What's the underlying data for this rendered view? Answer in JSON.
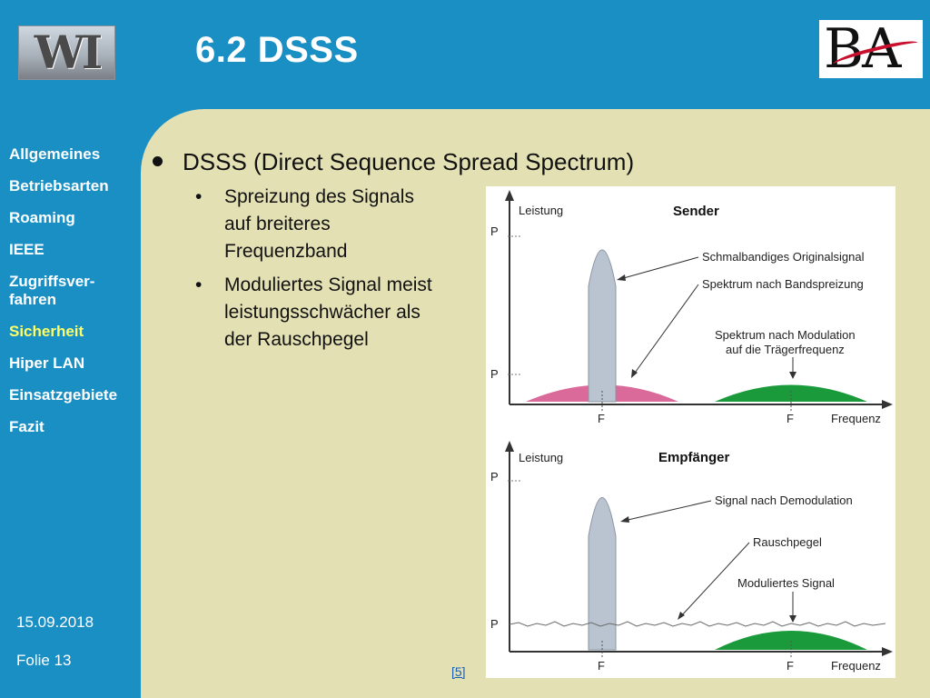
{
  "header": {
    "title": "6.2 DSSS",
    "logo_left": "WI",
    "logo_right": "BA"
  },
  "nav": {
    "items": [
      {
        "label": "Allgemeines"
      },
      {
        "label": "Betriebsarten"
      },
      {
        "label": "Roaming"
      },
      {
        "label": "IEEE"
      },
      {
        "label": "Zugriffsver-\nfahren"
      },
      {
        "label": "Sicherheit",
        "active": true
      },
      {
        "label": "Hiper LAN"
      },
      {
        "label": "Einsatzgebiete"
      },
      {
        "label": "Fazit"
      }
    ]
  },
  "footer": {
    "date": "15.09.2018",
    "slide": "Folie 13",
    "reference": "[5]"
  },
  "content": {
    "main_bullet": "DSSS (Direct Sequence Spread Spectrum)",
    "sub_bullets": [
      "Spreizung des Signals\nauf breiteres\nFrequenzband",
      "Moduliertes Signal meist\nleistungsschwächer als\nder Rauschpegel"
    ]
  },
  "diagram": {
    "sender": {
      "heading": "Sender",
      "y_axis_label": "Leistung",
      "x_axis_label": "Frequenz",
      "labels": [
        "Schmalbandiges Originalsignal",
        "Spektrum nach Bandspreizung",
        "Spektrum nach Modulation",
        "auf die Trägerfrequenz"
      ],
      "p_label": "P",
      "p_low_label": "P",
      "f_label_1": "F",
      "f_label_2": "F"
    },
    "receiver": {
      "heading": "Empfänger",
      "y_axis_label": "Leistung",
      "x_axis_label": "Frequenz",
      "labels": [
        "Signal nach Demodulation",
        "Rauschpegel",
        "Moduliertes Signal"
      ],
      "p_label": "P",
      "p_low_label": "P",
      "f_label_1": "F",
      "f_label_2": "F"
    },
    "colors": {
      "narrow_signal": "#b9c4d0",
      "spread_spectrum": "#d96a99",
      "modulated": "#1a9a3a"
    }
  }
}
